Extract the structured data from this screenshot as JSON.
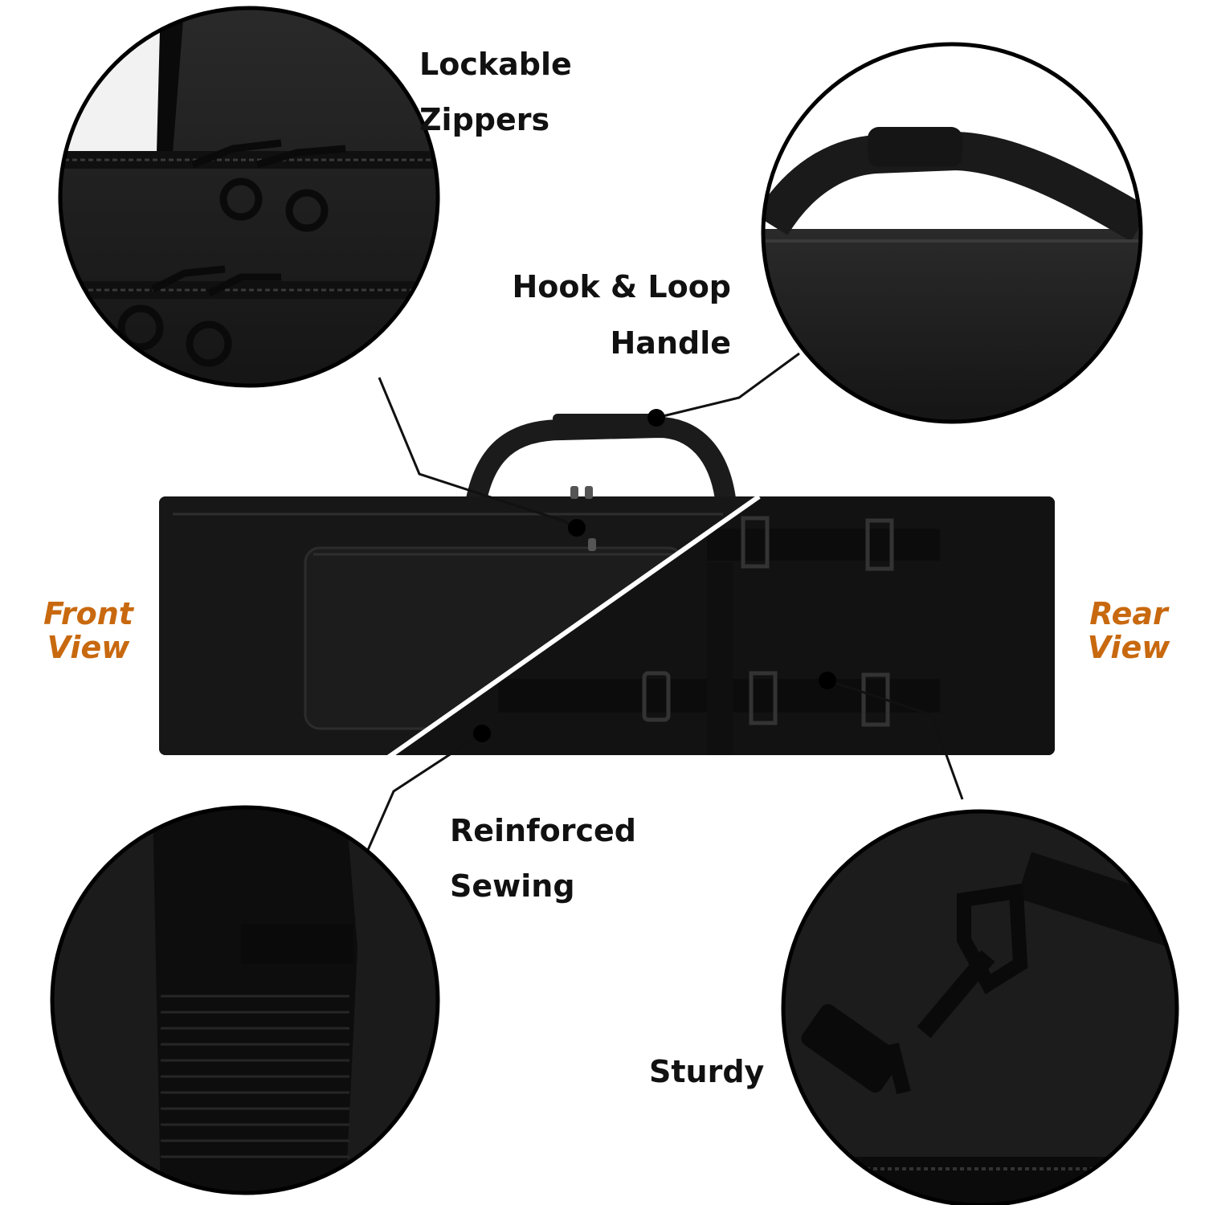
{
  "callouts": {
    "lockable_zippers": [
      "Lockable",
      "Zippers"
    ],
    "hook_loop_handle": [
      "Hook & Loop",
      "Handle"
    ],
    "reinforced_sewing": [
      "Reinforced",
      "Sewing"
    ],
    "sturdy": [
      "Sturdy"
    ]
  },
  "views": {
    "front": [
      "Front",
      "View"
    ],
    "rear": [
      "Rear",
      "View"
    ]
  },
  "colors": {
    "accent": "#c8690f",
    "bag": "#141414",
    "text": "#111111",
    "background": "#ffffff"
  },
  "icons": [
    "zipper-pull-icon",
    "handle-icon",
    "webbing-strap-icon",
    "swivel-hook-icon"
  ]
}
